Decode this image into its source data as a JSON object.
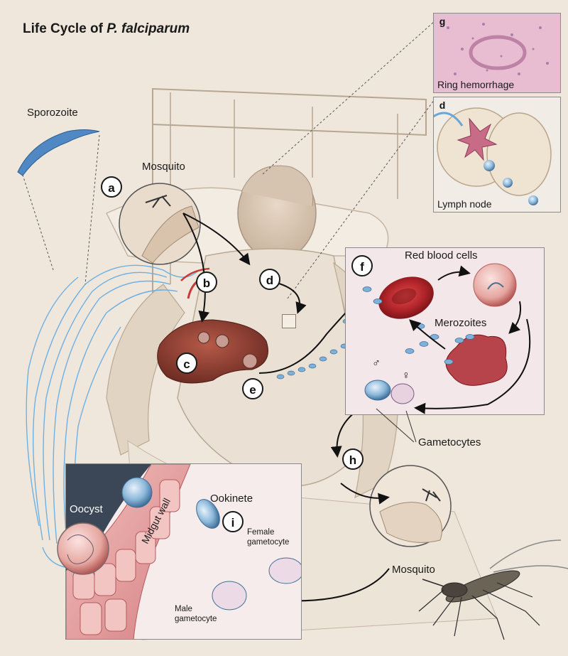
{
  "title_prefix": "Life Cycle of ",
  "title_species": "P. falciparum",
  "labels": {
    "sporozoite": "Sporozoite",
    "mosquito_top": "Mosquito",
    "red_blood_cells": "Red blood cells",
    "merozoites": "Merozoites",
    "gametocytes": "Gametocytes",
    "ring_hemorrhage": "Ring hemorrhage",
    "lymph_node": "Lymph node",
    "oocyst": "Oocyst",
    "ookinete": "Ookinete",
    "midgut_wall": "Midgut wall",
    "female_gametocyte": "Female\ngametocyte",
    "male_gametocyte": "Male\ngametocyte",
    "mosquito_bottom": "Mosquito",
    "male_symbol": "♂",
    "female_symbol": "♀"
  },
  "stages": {
    "a": "a",
    "b": "b",
    "c": "c",
    "d": "d",
    "d2": "d",
    "e": "e",
    "f": "f",
    "g": "g",
    "h": "h",
    "i": "i"
  },
  "colors": {
    "background": "#efe7dc",
    "parasite_blue": "#6fa3c9",
    "rbc_red": "#b3262b",
    "liver": "#8c3a2f",
    "midgut_pink": "#e9a3a5",
    "panel_bg": "#f5eaec"
  }
}
